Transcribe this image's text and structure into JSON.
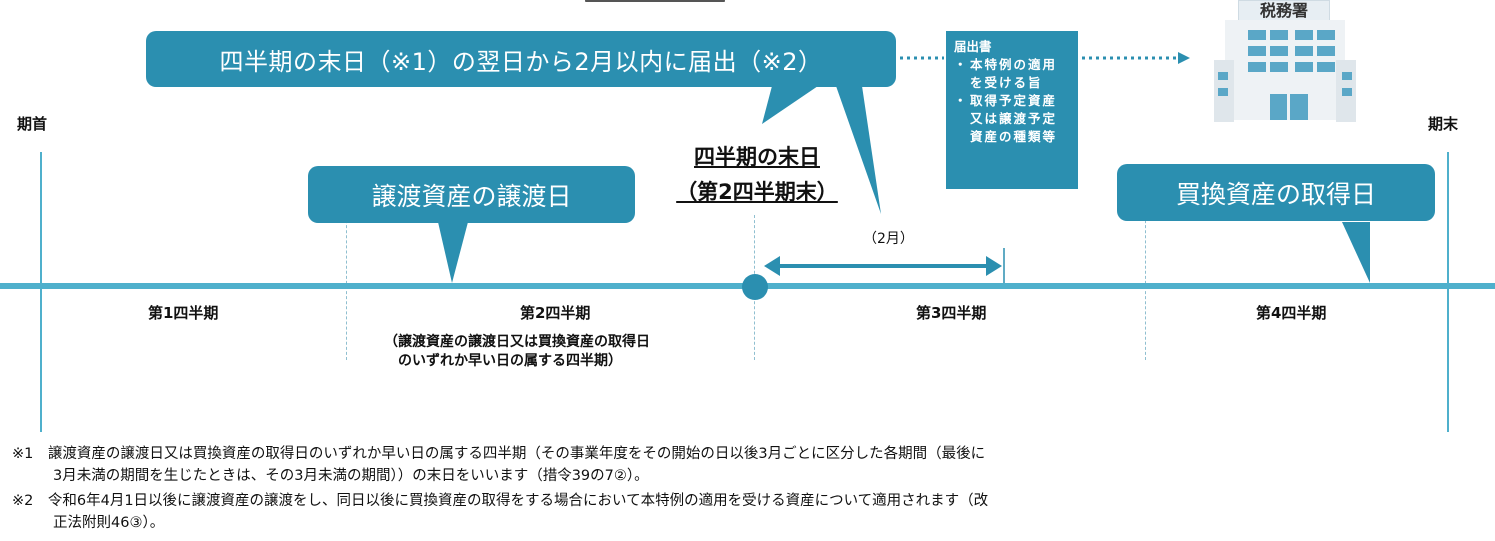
{
  "period": {
    "start": "期首",
    "end": "期末"
  },
  "callouts": {
    "deadline": "四半期の末日（※1）の翌日から2月以内に届出（※2）",
    "transfer_date": "譲渡資産の譲渡日",
    "acquisition_date": "買換資産の取得日"
  },
  "quarter_end": {
    "line1": "四半期の末日",
    "line2": "（第2四半期末）"
  },
  "span_label": "（2月）",
  "notice": {
    "title": "届出書",
    "items": [
      "本特例の適用を受ける旨",
      "取得予定資産又は譲渡予定資産の種類等"
    ]
  },
  "tax_office": "税務署",
  "quarters": [
    "第1四半期",
    "第2四半期",
    "第3四半期",
    "第4四半期"
  ],
  "q2_note": {
    "line1": "（譲渡資産の譲渡日又は買換資産の取得日",
    "line2": "のいずれか早い日の属する四半期）"
  },
  "footnotes": {
    "n1_line1": "※1　譲渡資産の譲渡日又は買換資産の取得日のいずれか早い日の属する四半期（その事業年度をその開始の日以後3月ごとに区分した各期間（最後に",
    "n1_line2": "3月未満の期間を生じたときは、その3月未満の期間））の末日をいいます（措令39の7②）。",
    "n2_line1": "※2　令和6年4月1日以後に譲渡資産の譲渡をし、同日以後に買換資産の取得をする場合において本特例の適用を受ける資産について適用されます（改",
    "n2_line2": "正法附則46③）。"
  },
  "colors": {
    "accent": "#2b8fb0",
    "line": "#4fb0cc",
    "building": "#5aa7c7"
  },
  "icons": {
    "building": "office-building-icon"
  }
}
